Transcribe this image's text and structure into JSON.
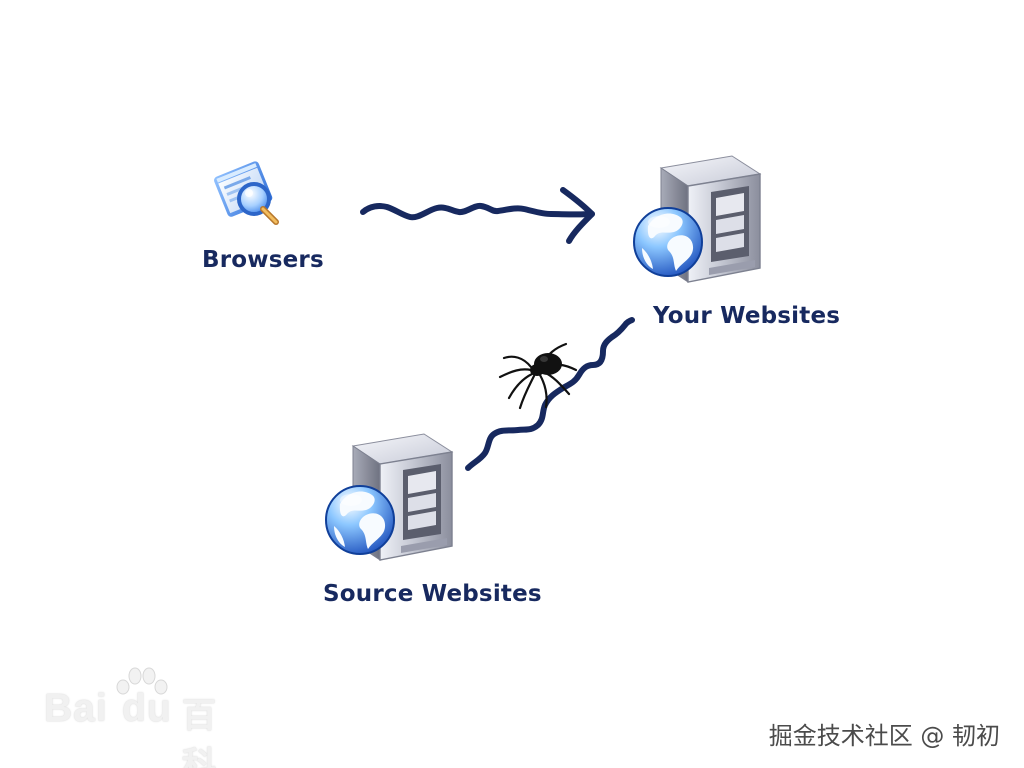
{
  "diagram": {
    "nodes": {
      "browsers": {
        "label": "Browsers",
        "icon": "browser-magnifier-icon"
      },
      "your_websites": {
        "label": "Your Websites",
        "icon": "server-globe-icon"
      },
      "source_websites": {
        "label": "Source Websites",
        "icon": "server-globe-icon"
      }
    },
    "edges": [
      {
        "from": "browsers",
        "to": "your_websites",
        "style": "wavy-arrow"
      },
      {
        "from": "source_websites",
        "to": "your_websites",
        "style": "wavy-line",
        "icon": "spider-icon"
      }
    ],
    "colors": {
      "label_text": "#17295f",
      "arrow": "#17295f",
      "server_body": "#c8c8d2",
      "globe_blue": "#1f63d6"
    }
  },
  "watermarks": {
    "left_brand_text_a": "Bai",
    "left_brand_text_b": "du",
    "left_brand_text_c": "百科",
    "right_text": "掘金技术社区 @ 韧初"
  }
}
